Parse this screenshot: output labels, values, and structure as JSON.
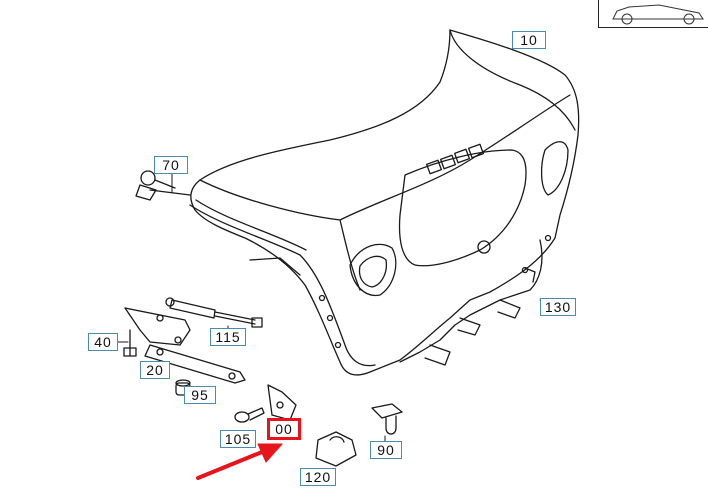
{
  "callouts": {
    "c10": "10",
    "c70": "70",
    "c130": "130",
    "c40": "40",
    "c115": "115",
    "c20": "20",
    "c95": "95",
    "c105": "105",
    "c00": "00",
    "c90": "90",
    "c120": "120"
  },
  "highlight_color": "#e8141b",
  "callout_border_color": "#4a8bb0",
  "line_color": "#1a1a1a"
}
